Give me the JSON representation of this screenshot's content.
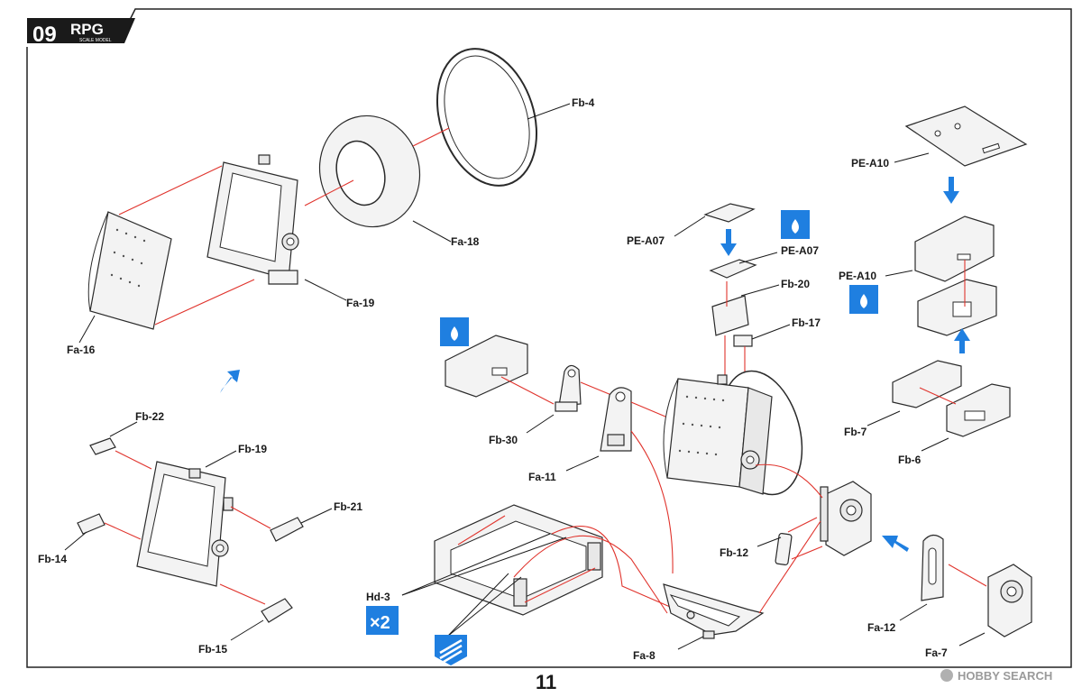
{
  "header": {
    "step": "09",
    "brand": "RPG",
    "brand_sub": "SCALE MODEL"
  },
  "labels": {
    "fb4": "Fb-4",
    "fa18": "Fa-18",
    "fa19": "Fa-19",
    "fa16": "Fa-16",
    "pe_a10_top": "PE-A10",
    "pe_a07_top": "PE-A07",
    "pe_a07_glue": "PE-A07",
    "fb20": "Fb-20",
    "fb17": "Fb-17",
    "pe_a10_glue": "PE-A10",
    "fb30": "Fb-30",
    "fa11": "Fa-11",
    "fb7": "Fb-7",
    "fb6": "Fb-6",
    "fb22": "Fb-22",
    "fb19": "Fb-19",
    "fb21": "Fb-21",
    "fb14": "Fb-14",
    "fb15": "Fb-15",
    "hd3": "Hd-3",
    "fb12": "Fb-12",
    "fa12": "Fa-12",
    "fa8": "Fa-8",
    "fa7": "Fa-7"
  },
  "multiplier": "×2",
  "page_number": "11",
  "watermark": "HOBBY SEARCH",
  "colors": {
    "arrow_blue": "#1f7fe0",
    "guide_red": "#e0332c",
    "icon_blue": "#1f7fe0",
    "ink": "#1a1a1a"
  },
  "icons": {
    "glue": "glue-drop-icon",
    "drill": "drill-bit-icon",
    "direction": "blue-arrow-icon"
  }
}
